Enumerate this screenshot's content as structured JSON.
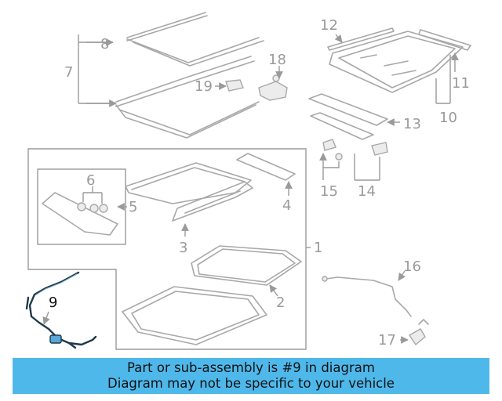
{
  "diagram": {
    "callouts": {
      "c1": "1",
      "c2": "2",
      "c3": "3",
      "c4": "4",
      "c5": "5",
      "c6": "6",
      "c7": "7",
      "c8": "8",
      "c9": "9",
      "c10": "10",
      "c11": "11",
      "c12": "12",
      "c13": "13",
      "c14": "14",
      "c15": "15",
      "c16": "16",
      "c17": "17",
      "c18": "18",
      "c19": "19"
    },
    "highlight_color": "#1e3a4a"
  },
  "banner": {
    "line1": "Part or sub-assembly is #9 in diagram",
    "line2": "Diagram may not be specific to your vehicle",
    "background": "#4fb8ea"
  }
}
